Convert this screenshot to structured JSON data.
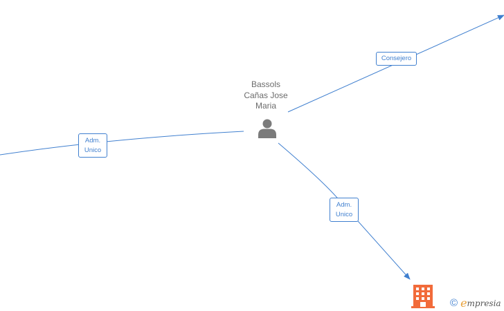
{
  "person": {
    "name_lines": [
      "Bassols",
      "Cañas Jose",
      "Maria"
    ],
    "icon": "person-icon"
  },
  "relations": [
    {
      "id": "consejero",
      "lines": [
        "Consejero"
      ]
    },
    {
      "id": "adm-left",
      "lines": [
        "Adm.",
        "Unico"
      ]
    },
    {
      "id": "adm-bottom",
      "lines": [
        "Adm.",
        "Unico"
      ]
    }
  ],
  "company": {
    "icon": "building-icon"
  },
  "brand": {
    "copyright": "©",
    "e_mark": "e",
    "rest": "mpresia"
  },
  "colors": {
    "edge": "#3f7fcf",
    "person_icon": "#7b7b7b",
    "company_icon": "#f26b3a",
    "brand_accent": "#e8a13a"
  }
}
